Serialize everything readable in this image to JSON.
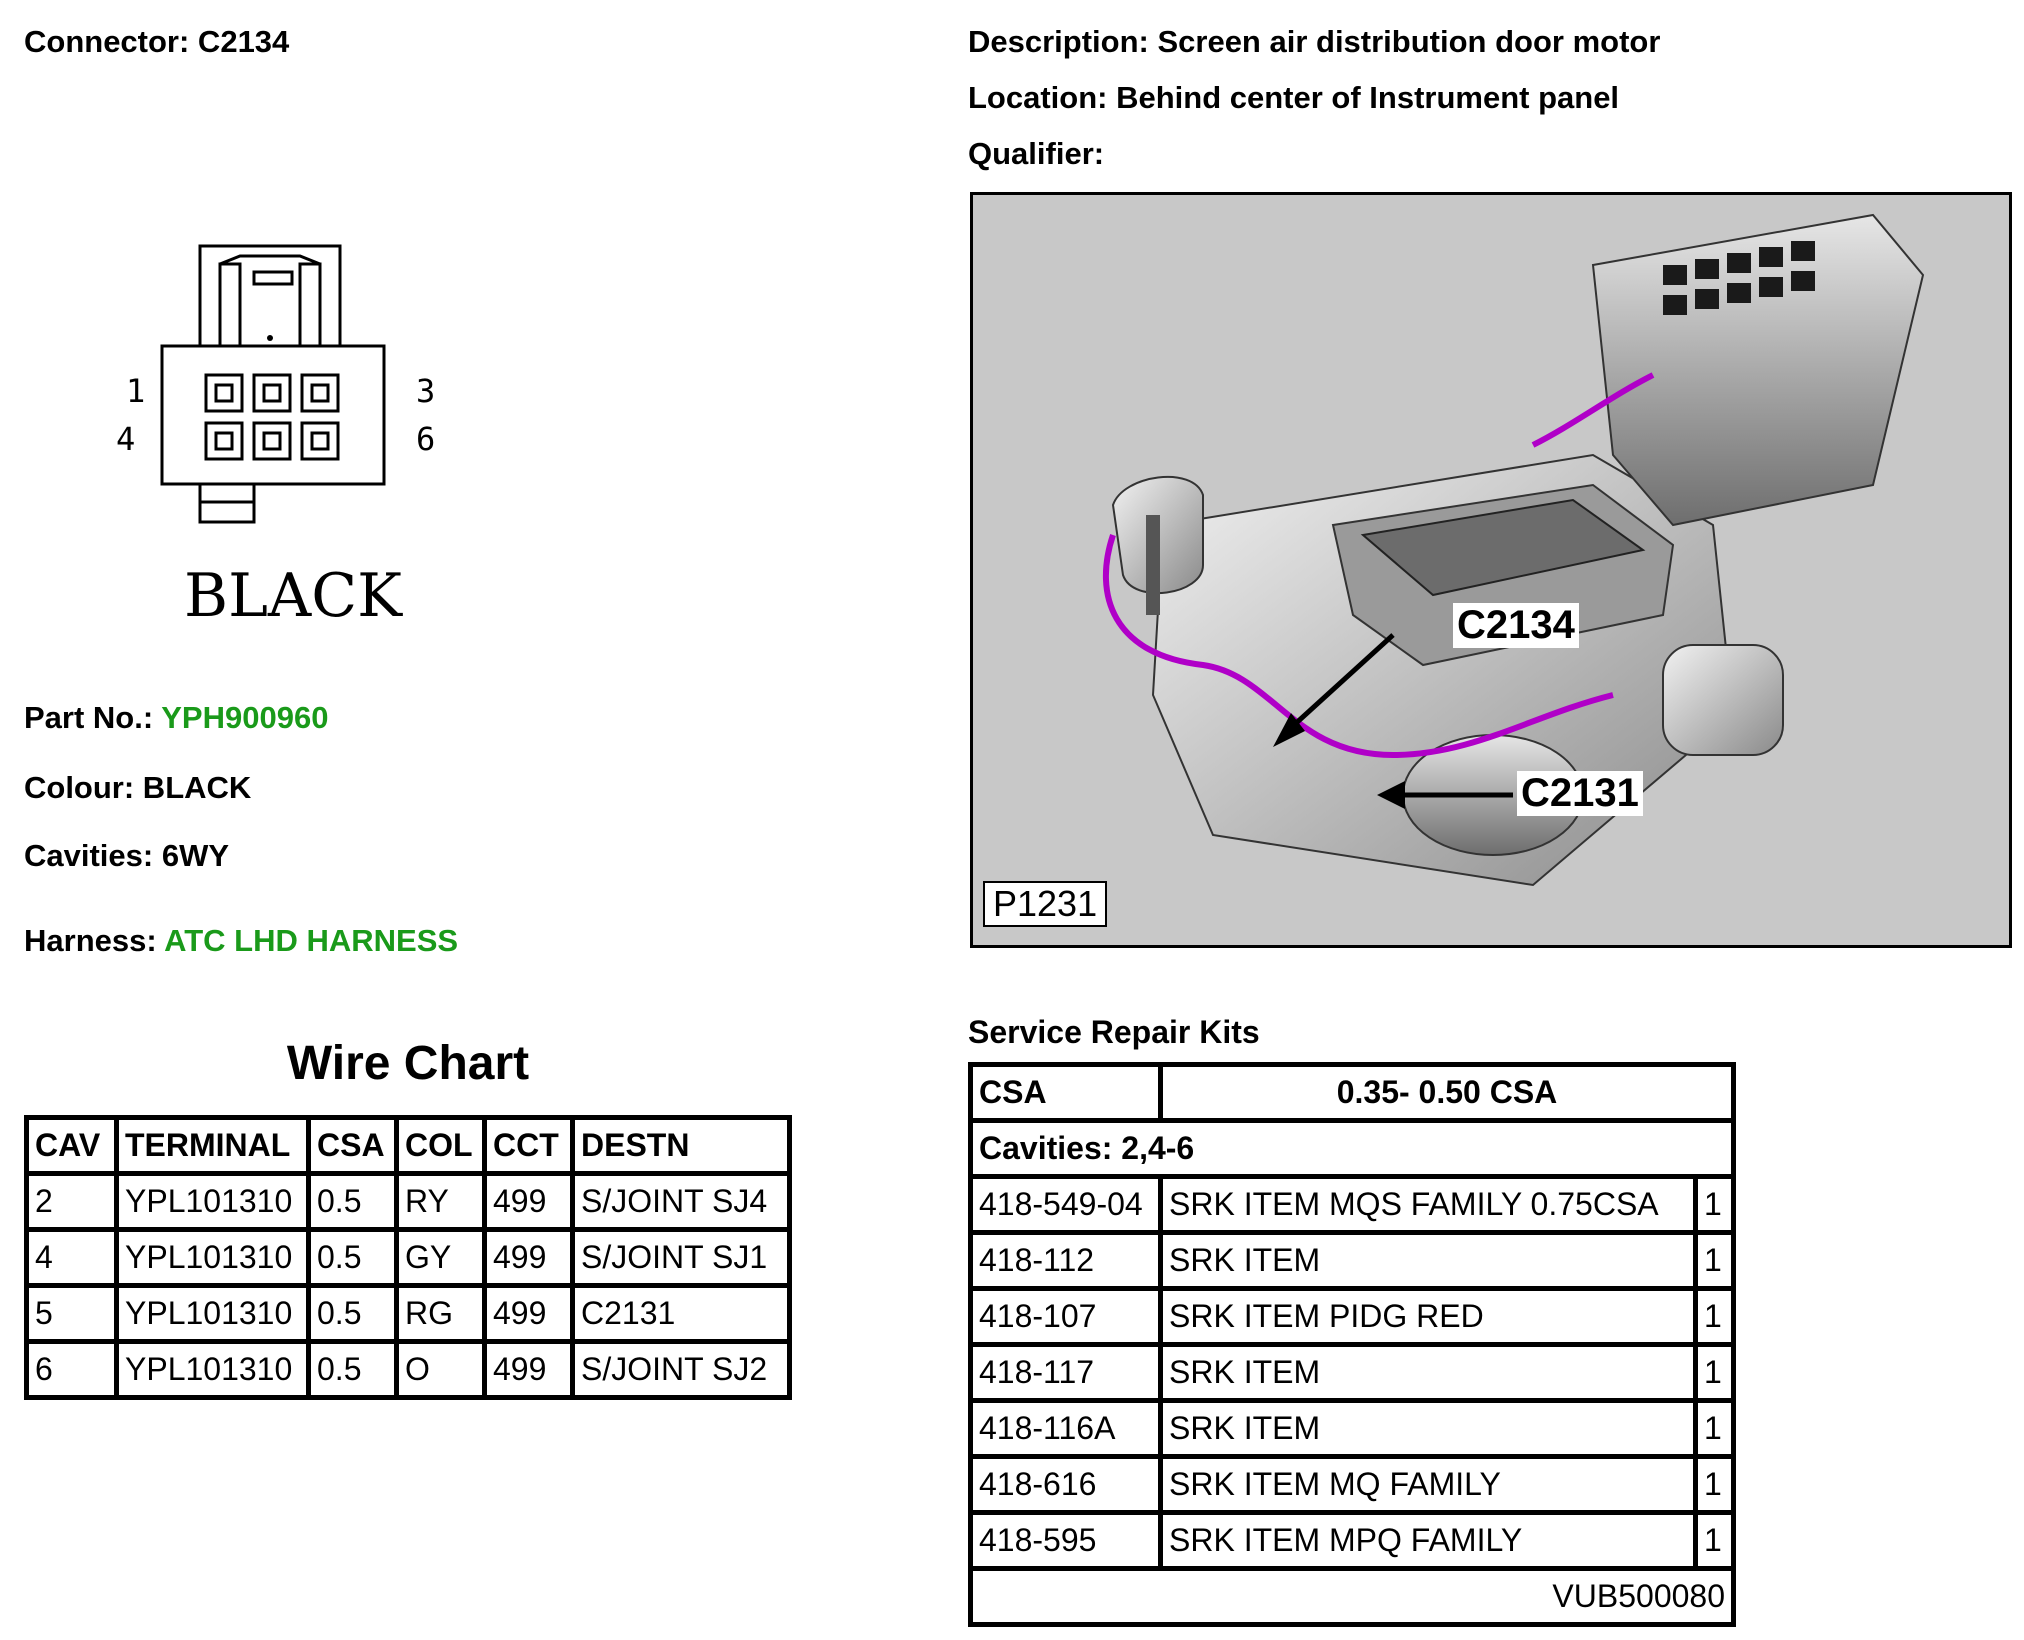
{
  "connector": {
    "label": "Connector: C2134",
    "pins": {
      "p1": "1",
      "p3": "3",
      "p4": "4",
      "p6": "6"
    },
    "face_color_label": "BLACK"
  },
  "details": {
    "description": "Description: Screen air distribution door motor",
    "location": "Location: Behind center of Instrument panel",
    "qualifier": "Qualifier:"
  },
  "part": {
    "part_no_label": "Part No.:",
    "part_no_value": "YPH900960",
    "colour": "Colour: BLACK",
    "cavities": "Cavities: 6WY",
    "harness_label": "Harness:",
    "harness_value": "ATC LHD HARNESS"
  },
  "photo": {
    "callout_1": "C2134",
    "callout_2": "C2131",
    "ref": "P1231",
    "harness_color": "#b000c8"
  },
  "wire_chart": {
    "title": "Wire Chart",
    "headers": [
      "CAV",
      "TERMINAL",
      "CSA",
      "COL",
      "CCT",
      "DESTN"
    ],
    "rows": [
      [
        "2",
        "YPL101310",
        "0.5",
        "RY",
        "499",
        "S/JOINT SJ4"
      ],
      [
        "4",
        "YPL101310",
        "0.5",
        "GY",
        "499",
        "S/JOINT SJ1"
      ],
      [
        "5",
        "YPL101310",
        "0.5",
        "RG",
        "499",
        "C2131"
      ],
      [
        "6",
        "YPL101310",
        "0.5",
        "O",
        "499",
        "S/JOINT SJ2"
      ]
    ]
  },
  "repair_kits": {
    "title": "Service Repair Kits",
    "csa_label": "CSA",
    "csa_value": "0.35- 0.50 CSA",
    "cavities": "Cavities: 2,4-6",
    "rows": [
      [
        "418-549-04",
        "SRK ITEM MQS FAMILY 0.75CSA",
        "1"
      ],
      [
        "418-112",
        "SRK ITEM",
        "1"
      ],
      [
        "418-107",
        "SRK ITEM PIDG RED",
        "1"
      ],
      [
        "418-117",
        "SRK ITEM",
        "1"
      ],
      [
        "418-116A",
        "SRK ITEM",
        "1"
      ],
      [
        "418-616",
        "SRK ITEM MQ FAMILY",
        "1"
      ],
      [
        "418-595",
        "SRK ITEM MPQ FAMILY",
        "1"
      ]
    ],
    "footer": "VUB500080"
  }
}
